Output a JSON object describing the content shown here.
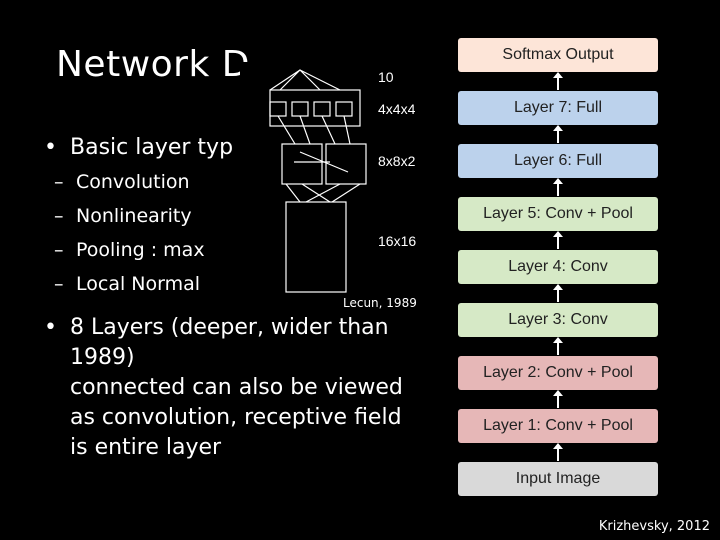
{
  "slide": {
    "title": "Network D",
    "bullets": {
      "b1": "Basic layer typ",
      "b1_sub": [
        "Convolution",
        "Nonlinearity",
        "Pooling : max",
        "Local Normal"
      ],
      "b2": [
        "8 Layers (deeper, wider than",
        "1989)",
        "connected can also be viewed",
        "as convolution, receptive field",
        "is entire layer"
      ]
    },
    "lenet_figure": {
      "labels": [
        "10",
        "4x4x4",
        "8x8x2",
        "16x16"
      ],
      "caption": "Lecun, 1989"
    },
    "layers": [
      {
        "label": "Softmax Output",
        "color": "#fde5d8"
      },
      {
        "label": "Layer 7: Full",
        "color": "#bcd2ec"
      },
      {
        "label": "Layer 6: Full",
        "color": "#bcd2ec"
      },
      {
        "label": "Layer 5: Conv + Pool",
        "color": "#d6e9c6"
      },
      {
        "label": "Layer 4: Conv",
        "color": "#d6e9c6"
      },
      {
        "label": "Layer 3: Conv",
        "color": "#d6e9c6"
      },
      {
        "label": "Layer 2: Conv + Pool",
        "color": "#e6b7b7"
      },
      {
        "label": "Layer 1: Conv + Pool",
        "color": "#e6b7b7"
      },
      {
        "label": "Input Image",
        "color": "#d9d9d9"
      }
    ],
    "credit": "Krizhevsky, 2012"
  }
}
